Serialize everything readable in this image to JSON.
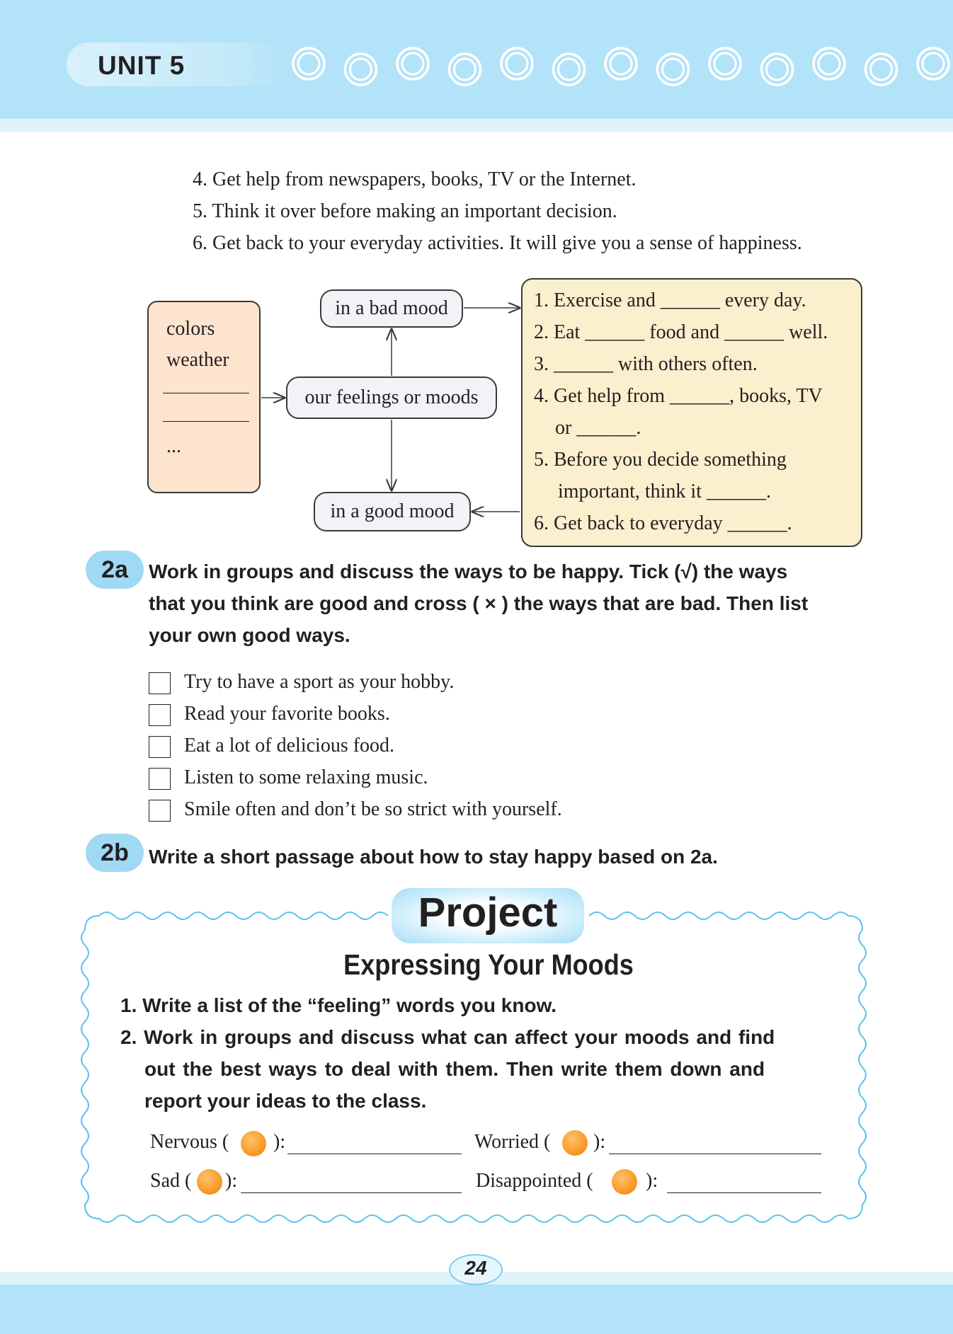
{
  "header": {
    "unit": "UNIT 5"
  },
  "intro_lines": [
    "4. Get help from newspapers, books, TV or the Internet.",
    "5. Think it over before making an important decision.",
    "6. Get back to your everyday activities. It will give you a sense of happiness."
  ],
  "mind_map": {
    "left_items": [
      "colors",
      "weather",
      "..."
    ],
    "bad_mood": "in a bad mood",
    "center": "our feelings or moods",
    "good_mood": "in a good mood",
    "right_lines": [
      "1. Exercise and ______ every day.",
      "2. Eat ______ food and ______ well.",
      "3. ______ with others often.",
      "4. Get help from ______, books, TV",
      "or ______.",
      "5. Before you decide something",
      "important, think it ______.",
      "6. Get back to everyday ______."
    ]
  },
  "section_2a": {
    "badge": "2a",
    "instruction_lines": [
      "Work in groups and discuss the ways to be happy. Tick (√) the ways",
      "that you think are good and cross ( × ) the ways that are bad. Then list",
      "your own good ways."
    ],
    "items": [
      "Try to have a sport as your hobby.",
      "Read your favorite books.",
      "Eat a lot of delicious food.",
      "Listen to some relaxing music.",
      "Smile often and don’t be so strict with yourself."
    ]
  },
  "section_2b": {
    "badge": "2b",
    "instruction": "Write a short passage about how to stay happy based on 2a."
  },
  "project": {
    "title": "Project",
    "subtitle": "Expressing Your Moods",
    "task_lines": [
      "1. Write a list of the “feeling” words you know.",
      "2. Work in groups and discuss what can affect your moods and  find",
      "out the best ways to deal with them. Then write them down and",
      "report your ideas to the class."
    ],
    "moods": {
      "nervous": {
        "before": "Nervous (",
        "after": "):"
      },
      "worried": {
        "before": "Worried (",
        "after": "):"
      },
      "sad": {
        "before": "Sad (",
        "after": "):"
      },
      "disappointed": {
        "before": "Disappointed (",
        "after": "):"
      }
    },
    "emoji_icons": [
      "nervous-face-icon",
      "worried-face-icon",
      "sad-face-icon",
      "disappointed-face-icon"
    ]
  },
  "footer": {
    "page_number": "24"
  },
  "colors": {
    "header_blue": "#b3e3f8",
    "badge_blue": "#9fd9f4",
    "peach": "#fde4cf",
    "cream": "#faf0cd",
    "emoji_orange": "#f7931e"
  }
}
